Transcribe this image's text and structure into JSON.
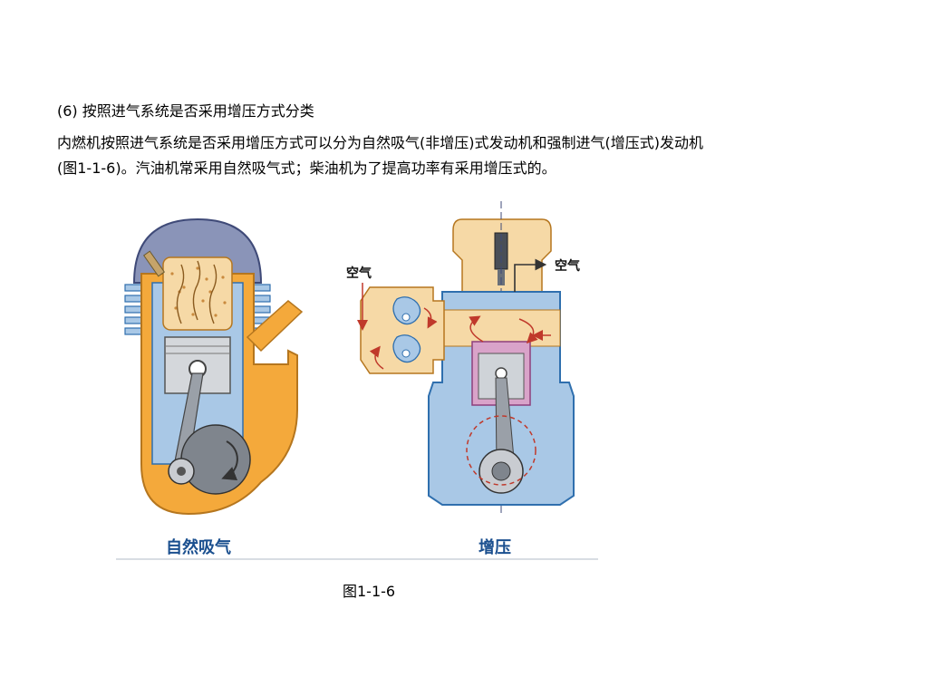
{
  "heading": "(6) 按照进气系统是否采用增压方式分类",
  "paragraph": {
    "line1": "内燃机按照进气系统是否采用增压方式可以分为自然吸气(非增压)式发动机和强制进气(增压式)发动机",
    "line2": "(图1-1-6)。汽油机常采用自然吸气式；柴油机为了提高功率有采用增压式的。"
  },
  "figure": {
    "left_label": "自然吸气",
    "right_label": "增压",
    "air_left": "空气",
    "air_right": "空气",
    "colors": {
      "label_blue": "#1a4f8f",
      "engine_blue": "#a9c8e6",
      "engine_edge": "#2f6fae",
      "fill_orange": "#f4a93b",
      "fill_tan": "#f6d9a6",
      "arrow_red": "#c0392b",
      "metal": "#b9bdc3"
    }
  },
  "caption": "图1-1-6"
}
